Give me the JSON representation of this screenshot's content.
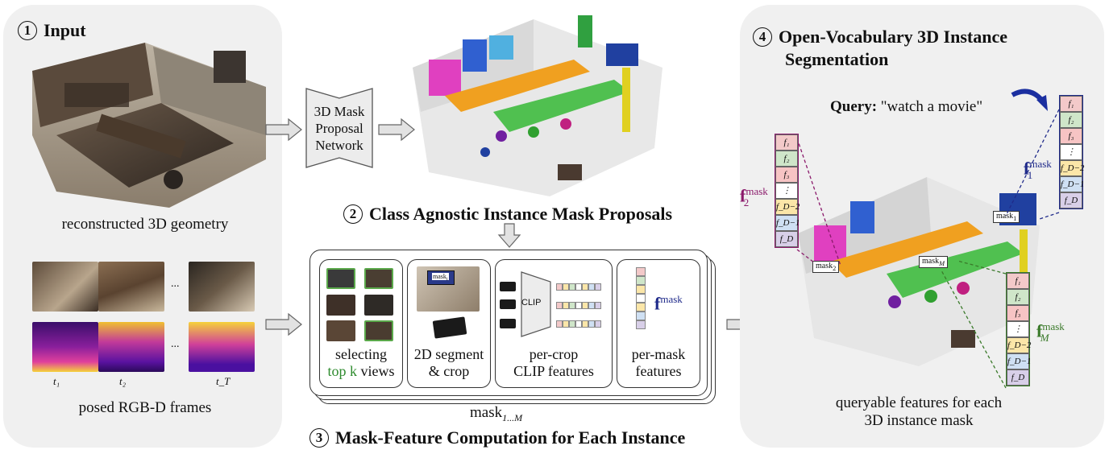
{
  "panel1": {
    "number": "1",
    "title": "Input",
    "geometry_caption": "reconstructed 3D geometry",
    "frames_caption": "posed RGB-D frames",
    "ellipsis": "...",
    "time_labels": [
      "t₁",
      "t₂",
      "t_T"
    ]
  },
  "proposal_network": {
    "line1": "3D Mask",
    "line2": "Proposal",
    "line3": "Network"
  },
  "panel2": {
    "number": "2",
    "title": "Class Agnostic Instance Mask Proposals"
  },
  "panel3": {
    "number": "3",
    "title": "Mask-Feature Computation for Each Instance",
    "mask_range": "mask",
    "mask_range_sub": "1...M",
    "steps": {
      "select_line1": "selecting",
      "select_line2": "top k",
      "select_line3": "views",
      "segment_line1": "2D segment",
      "segment_line2": "& crop",
      "clip_line1": "per-crop",
      "clip_line2": "CLIP features",
      "clip_label": "CLIP",
      "mask_line1": "per-mask",
      "mask_line2": "features",
      "fmask": "f",
      "fmask_sup": "mask",
      "mask_tag": "mask",
      "mask_tag_sub": "i"
    }
  },
  "panel4": {
    "number": "4",
    "title_line1": "Open-Vocabulary 3D Instance",
    "title_line2": "Segmentation",
    "query_label": "Query:",
    "query_text": "\"watch a movie\"",
    "caption_line1": "queryable features for each",
    "caption_line2": "3D instance mask",
    "f1": "f",
    "f1_sub": "1",
    "f1_sup": "mask",
    "f2": "f",
    "f2_sub": "2",
    "f2_sup": "mask",
    "fM": "f",
    "fM_sub": "M",
    "fM_sup": "mask",
    "mask1": "mask",
    "mask1_sub": "1",
    "mask2": "mask",
    "mask2_sub": "2",
    "maskM": "mask",
    "maskM_sub": "M"
  },
  "feature_rows": [
    "f₁",
    "f₂",
    "f₃",
    "⋮",
    "f_D−2",
    "f_D−1",
    "f_D"
  ],
  "colors": {
    "panel_bg": "#f0f0f0",
    "green_text": "#2e8b2e",
    "f1_color": "#1f2a8a",
    "f2_color": "#8b1a6b",
    "fM_color": "#3a7a2a",
    "query_arrow": "#1b2fa0",
    "feature_cells": [
      "#f3c9c9",
      "#cfe6c9",
      "#f7c4c4",
      "#ffffff",
      "#fbe6a8",
      "#cfe0f3",
      "#d8cfe8"
    ]
  }
}
